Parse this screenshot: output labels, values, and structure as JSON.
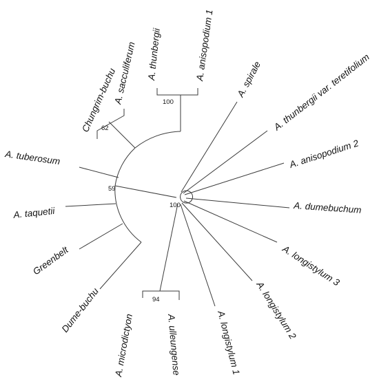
{
  "tree": {
    "taxa": [
      {
        "id": "a_thunbergii",
        "label": "A. thunbergii"
      },
      {
        "id": "a_anisopodium_1",
        "label": "A. anisopodium 1"
      },
      {
        "id": "a_sacculiferum",
        "label": "A. sacculiferum"
      },
      {
        "id": "chungrim_buchu",
        "label": "Chungrim-buchu"
      },
      {
        "id": "a_tuberosum",
        "label": "A. tuberosum"
      },
      {
        "id": "a_taquetii",
        "label": "A. taquetii"
      },
      {
        "id": "greenbelt",
        "label": "Greenbelt"
      },
      {
        "id": "dume_buchu",
        "label": "Dume-buchu"
      },
      {
        "id": "a_microdictyon",
        "label": "A. microdictyon"
      },
      {
        "id": "a_ulleungense",
        "label": "A. ulleungense"
      },
      {
        "id": "a_longistylum_1",
        "label": "A. longistylum 1"
      },
      {
        "id": "a_longistylum_2",
        "label": "A. longistylum 2"
      },
      {
        "id": "a_longistylum_3",
        "label": "A. longistylum 3"
      },
      {
        "id": "a_dumebuchum",
        "label": "A. dumebuchum"
      },
      {
        "id": "a_anisopodium_2",
        "label": "A. anisopodium 2"
      },
      {
        "id": "a_thunbergii_teretifolium",
        "label": "A. thunbergii var. teretifolium"
      },
      {
        "id": "a_spirale",
        "label": "A. spirale"
      }
    ],
    "bootstrap": [
      {
        "id": "bs_100_top",
        "value": "100"
      },
      {
        "id": "bs_62",
        "value": "62"
      },
      {
        "id": "bs_59",
        "value": "59"
      },
      {
        "id": "bs_100_root",
        "value": "100"
      },
      {
        "id": "bs_94",
        "value": "94"
      }
    ]
  }
}
